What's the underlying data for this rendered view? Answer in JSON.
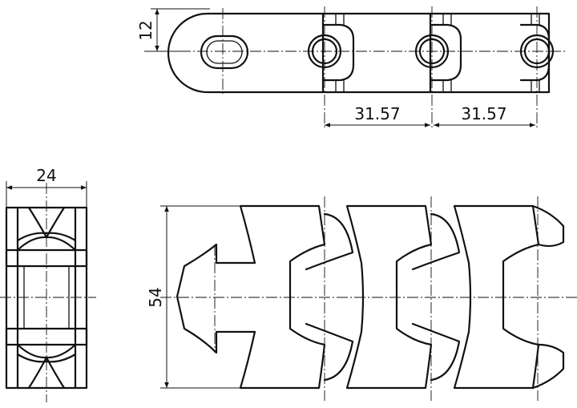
{
  "dimensions": {
    "height_side": "12",
    "pitch_1": "31.57",
    "pitch_2": "31.57",
    "width_end": "24",
    "width_top": "54"
  },
  "colors": {
    "line": "#111111",
    "background": "#ffffff"
  }
}
